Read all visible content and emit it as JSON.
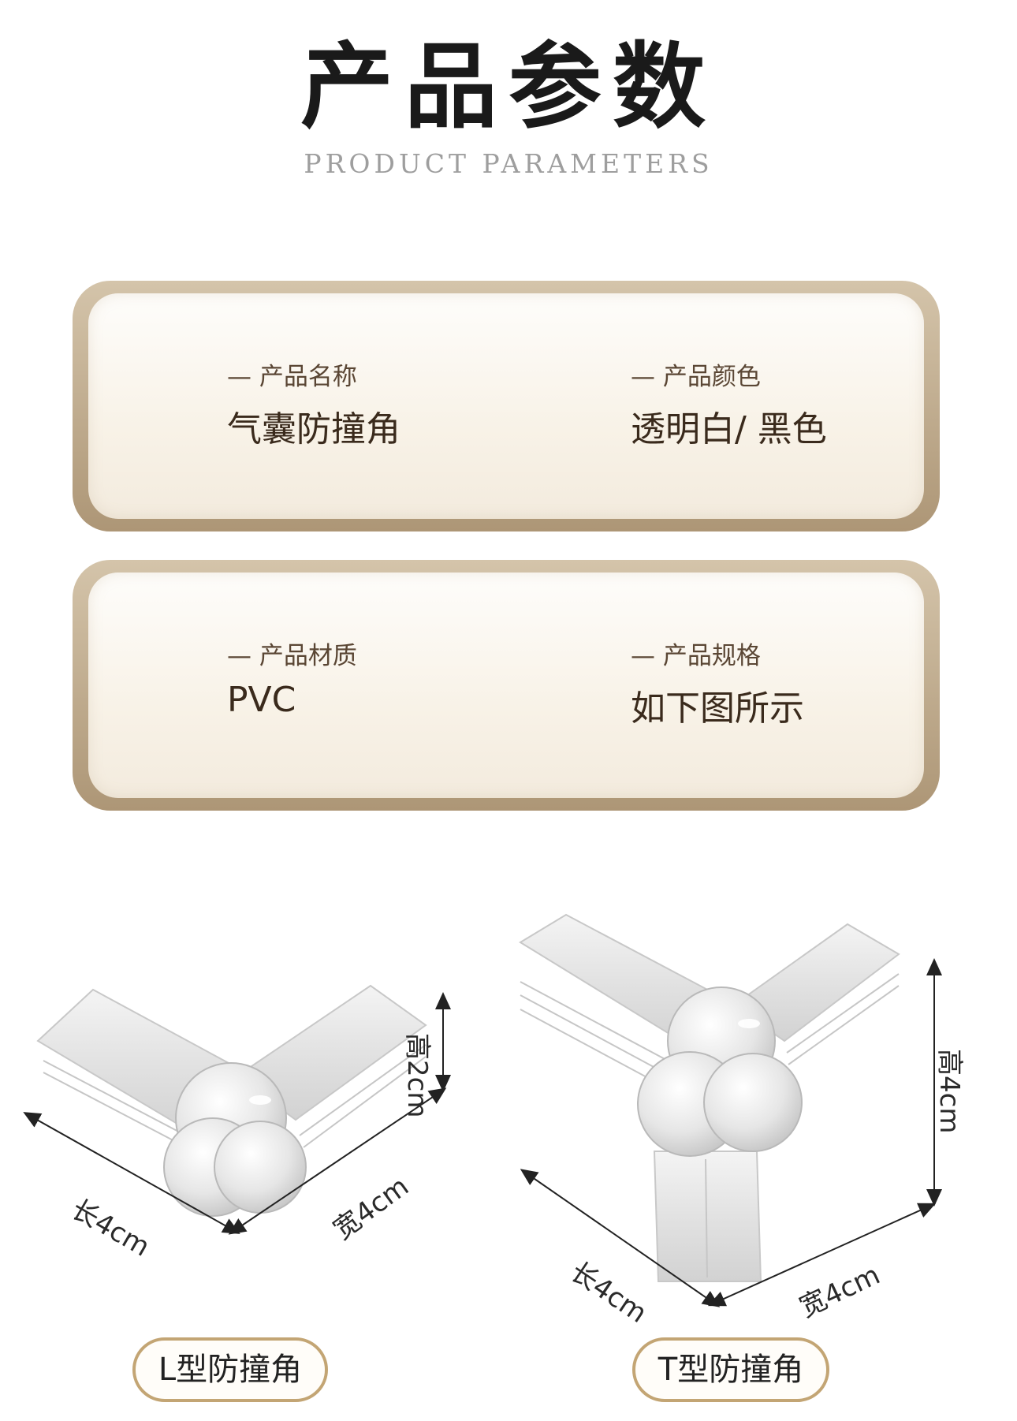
{
  "header": {
    "title": "产品参数",
    "subtitle": "PRODUCT PARAMETERS"
  },
  "cards": [
    {
      "left": {
        "label": "— 产品名称",
        "value": "气囊防撞角"
      },
      "right": {
        "label": "— 产品颜色",
        "value": "透明白/ 黑色"
      }
    },
    {
      "left": {
        "label": "— 产品材质",
        "value": "PVC"
      },
      "right": {
        "label": "— 产品规格",
        "value": "如下图所示"
      }
    }
  ],
  "products": [
    {
      "name": "L型防撞角",
      "dims": {
        "length": "长4cm",
        "width": "宽4cm",
        "height": "高2cm"
      }
    },
    {
      "name": "T型防撞角",
      "dims": {
        "length": "长4cm",
        "width": "宽4cm",
        "height": "高4cm"
      }
    }
  ],
  "colors": {
    "card_border": "#b9a282",
    "card_fill": "#f8f2e7",
    "pill_border": "#c3a574",
    "text_dark": "#3a2a1c"
  }
}
